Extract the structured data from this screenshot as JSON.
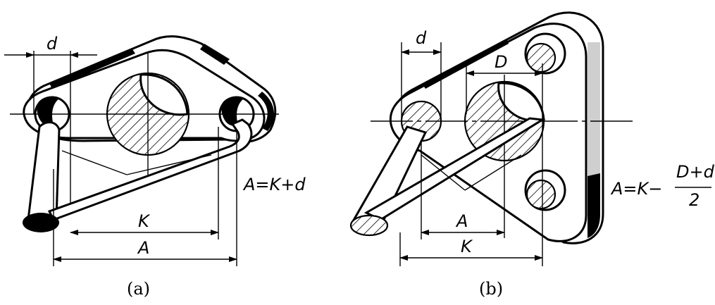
{
  "figure_a": {
    "caption": "(a)",
    "label_d": "d",
    "label_K": "K",
    "label_A": "A",
    "formula": "A=K+d"
  },
  "figure_b": {
    "caption": "(b)",
    "label_d": "d",
    "label_D": "D",
    "label_A": "A",
    "label_K": "K",
    "formula_lhs": "A=K−",
    "formula_num": "D+d",
    "formula_den": "2"
  }
}
